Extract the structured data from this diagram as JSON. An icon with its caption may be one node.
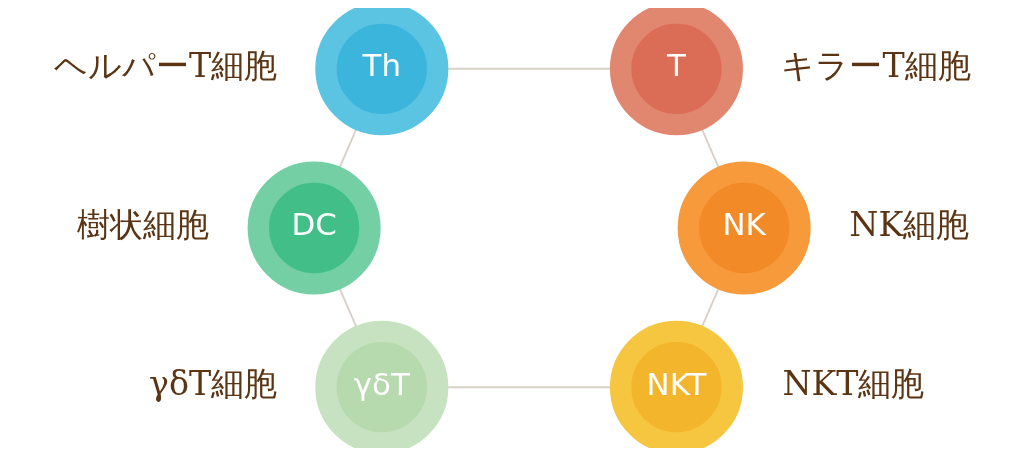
{
  "diagram": {
    "nodes": [
      {
        "text": [
          "Th"
        ],
        "beside": [
          "ヘルパーT細胞"
        ]
      },
      {
        "text": [
          "T"
        ],
        "beside": [
          "キラーT細胞"
        ]
      },
      {
        "text": [
          "DC"
        ],
        "beside": [
          "樹状細胞"
        ]
      },
      {
        "text": [
          "NK"
        ],
        "beside": [
          "NK細胞"
        ]
      },
      {
        "text": [
          "γδT"
        ],
        "beside": [
          "γδT細胞"
        ]
      },
      {
        "text": [
          "NKT"
        ],
        "beside": [
          "NKT細胞"
        ]
      }
    ],
    "edges": [
      {
        "from": 0,
        "to": 1,
        "arrow": "none"
      },
      {
        "from": 0,
        "to": 2,
        "arrow": "none"
      },
      {
        "from": 1,
        "to": 3,
        "arrow": "none"
      },
      {
        "from": 2,
        "to": 4,
        "arrow": "none"
      },
      {
        "from": 3,
        "to": 5,
        "arrow": "none"
      },
      {
        "from": 4,
        "to": 5,
        "arrow": "none"
      }
    ]
  }
}
